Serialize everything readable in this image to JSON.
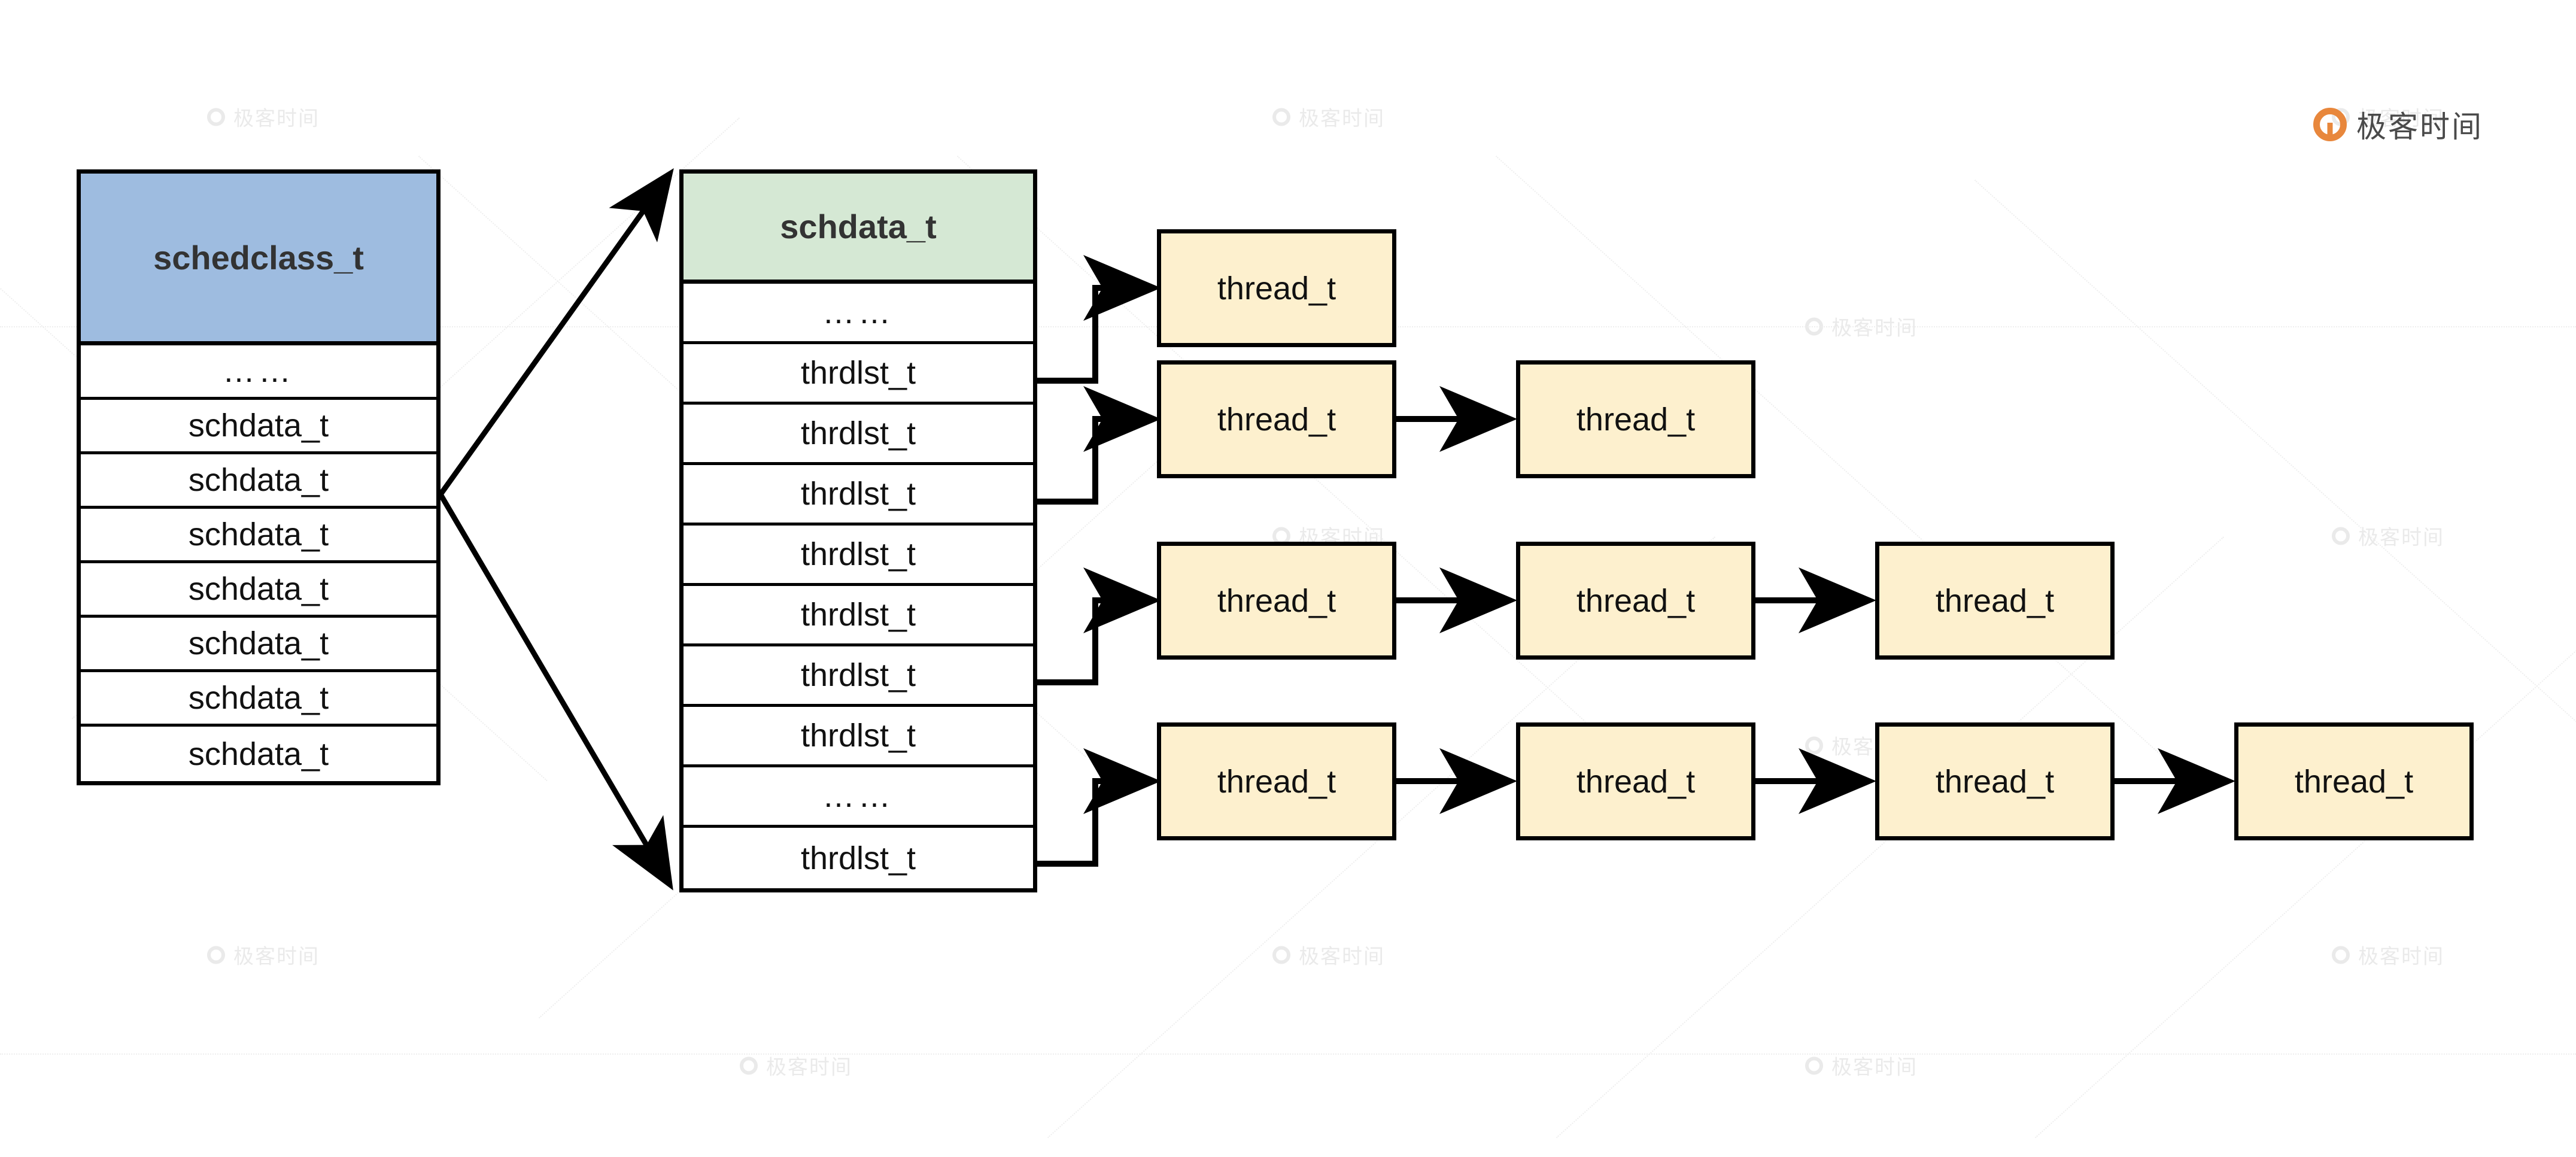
{
  "brand": {
    "name": "极客时间",
    "mark": "geektime-logo-icon",
    "color": "#e8873c"
  },
  "watermark": {
    "text": "极客时间"
  },
  "diagram": {
    "type": "data-structure-diagram",
    "schedclass_table": {
      "header": "schedclass_t",
      "header_fill": "#9ebce0",
      "rows": [
        "……",
        "schdata_t",
        "schdata_t",
        "schdata_t",
        "schdata_t",
        "schdata_t",
        "schdata_t",
        "schdata_t"
      ]
    },
    "schdata_table": {
      "header": "schdata_t",
      "header_fill": "#d5e8d4",
      "rows": [
        "……",
        "thrdlst_t",
        "thrdlst_t",
        "thrdlst_t",
        "thrdlst_t",
        "thrdlst_t",
        "thrdlst_t",
        "thrdlst_t",
        "……",
        "thrdlst_t"
      ]
    },
    "thread_chains": [
      {
        "from_row": 1,
        "boxes": [
          "thread_t"
        ]
      },
      {
        "from_row": 3,
        "boxes": [
          "thread_t",
          "thread_t"
        ]
      },
      {
        "from_row": 6,
        "boxes": [
          "thread_t",
          "thread_t",
          "thread_t"
        ]
      },
      {
        "from_row": 9,
        "boxes": [
          "thread_t",
          "thread_t",
          "thread_t",
          "thread_t"
        ]
      }
    ],
    "thread_box_fill": "#fdf0ce",
    "thread_label": "thread_t"
  }
}
